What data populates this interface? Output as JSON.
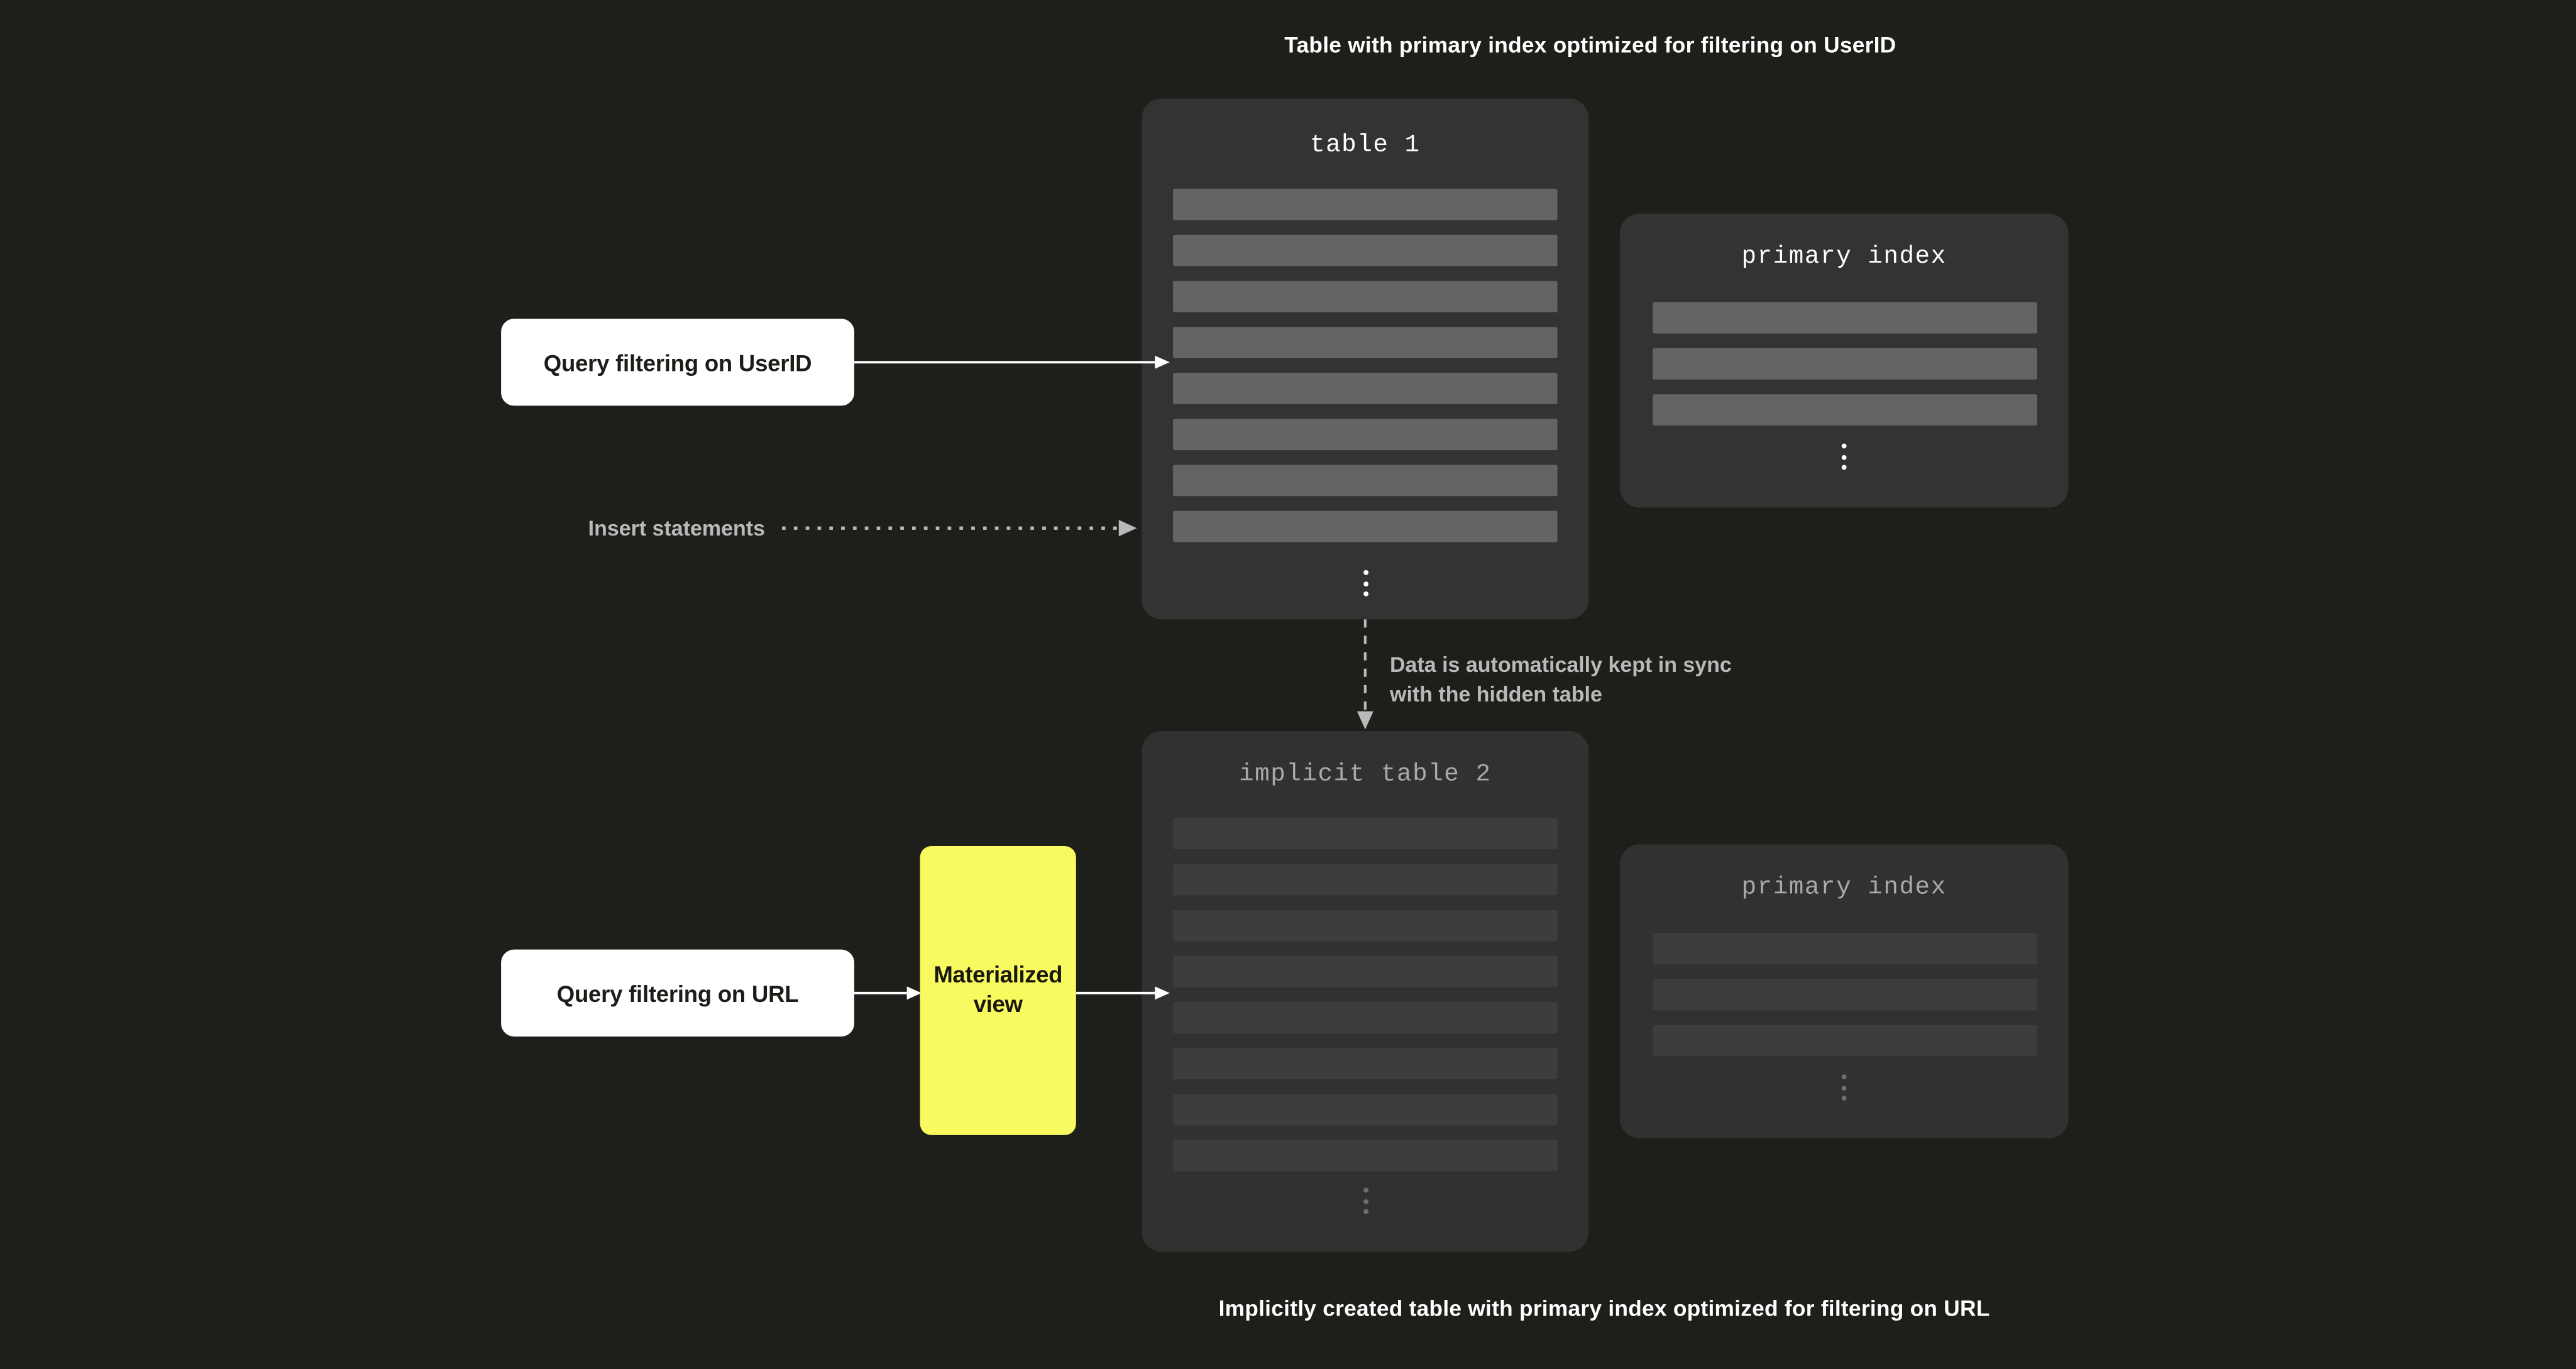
{
  "theme": {
    "background": "#1e1e1a",
    "card_bg": "#333333",
    "card_bg_dim": "#313131",
    "row": "#646464",
    "row_dim": "#3d3d3d",
    "accent_yellow": "#f9fa60",
    "query_box_bg": "#ffffff",
    "arrow": "#ffffff",
    "muted_text": "#b9b9b9"
  },
  "top_caption": "Table with primary index optimized for filtering on UserID",
  "bottom_caption": "Implicitly created table with primary index optimized for filtering on URL",
  "table1": {
    "title": "table 1",
    "row_count": 8,
    "ellipsis": "vertical-ellipsis"
  },
  "primary_index_1": {
    "title": "primary index",
    "row_count": 3,
    "ellipsis": "vertical-ellipsis"
  },
  "table2": {
    "title": "implicit table 2",
    "row_count": 8,
    "ellipsis": "vertical-ellipsis"
  },
  "primary_index_2": {
    "title": "primary index",
    "row_count": 3,
    "ellipsis": "vertical-ellipsis"
  },
  "query_userid": {
    "label": "Query filtering on UserID"
  },
  "query_url": {
    "label": "Query filtering on URL"
  },
  "materialized_view": {
    "label": "Materialized view"
  },
  "insert_statements": {
    "label": "Insert statements",
    "arrow_style": "dotted"
  },
  "sync_note": {
    "label": "Data is automatically kept in sync\nwith the hidden table",
    "arrow_style": "dashed"
  }
}
